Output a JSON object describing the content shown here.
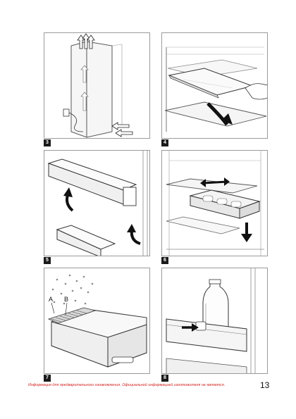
{
  "figures": [
    {
      "number": "3",
      "icon": "fridge-airflow-installation"
    },
    {
      "number": "4",
      "icon": "glass-shelf-removal"
    },
    {
      "number": "5",
      "icon": "door-rack-removal"
    },
    {
      "number": "6",
      "icon": "sliding-tray-removal"
    },
    {
      "number": "7",
      "icon": "crisper-drawer-humidity"
    },
    {
      "number": "8",
      "icon": "bottle-holder"
    }
  ],
  "figure7_labels": {
    "a": "A",
    "b": "B"
  },
  "footer_note": "Информация для предварительного ознакомления. Официальной информацией изготовителя не является.",
  "page_number": "13",
  "colors": {
    "note": "#d0201c",
    "frame": "#9a9a9a",
    "arrow": "#111111"
  }
}
